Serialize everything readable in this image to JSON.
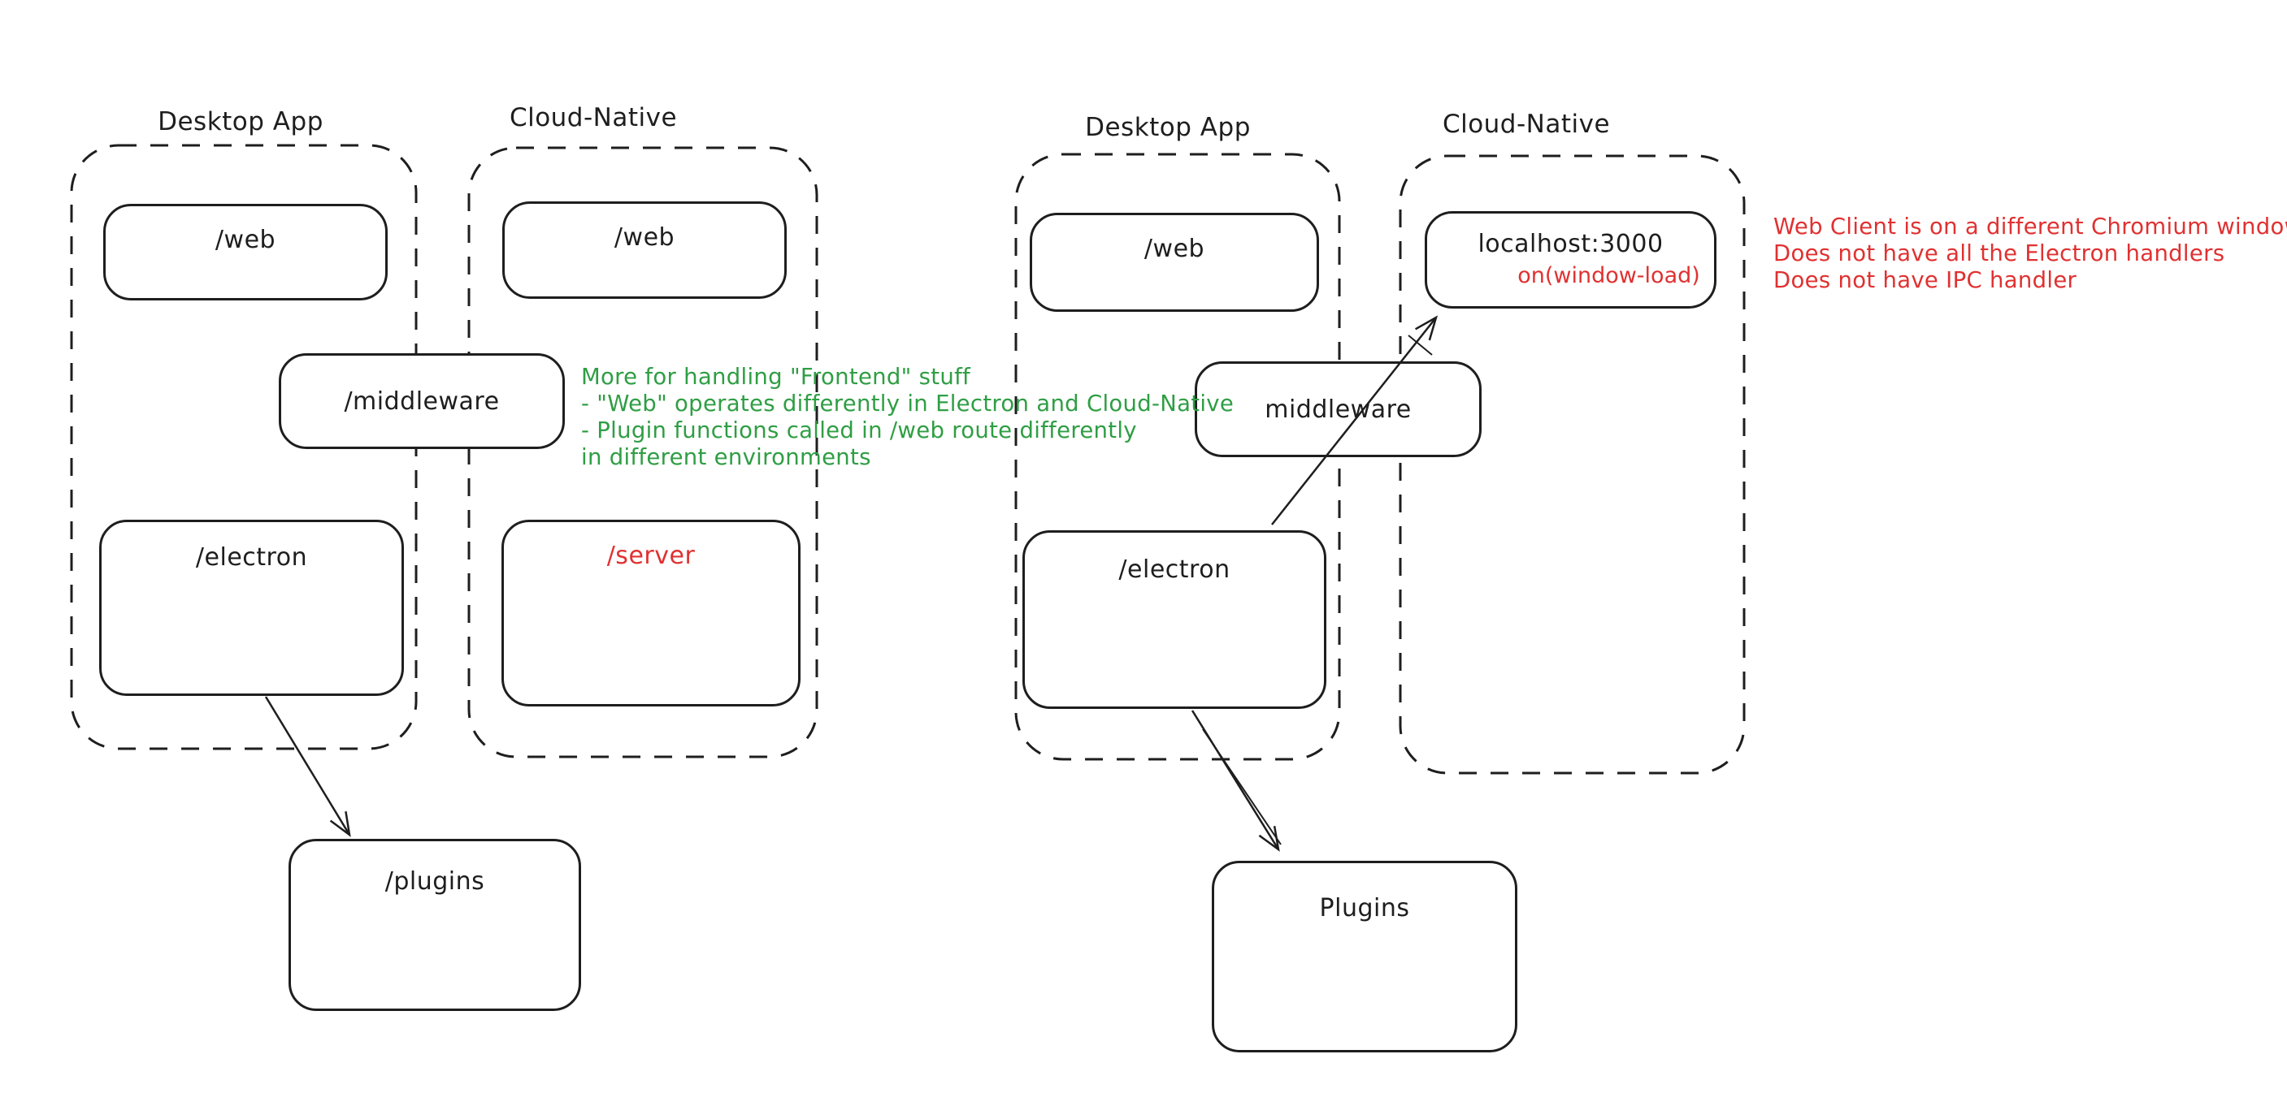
{
  "palette": {
    "ink": "#1e1e1e",
    "red": "#e03131",
    "green": "#2f9e44",
    "background": "#ffffff"
  },
  "left_diagram": {
    "desktop_label": "Desktop App",
    "cloud_label": "Cloud-Native",
    "boxes": {
      "web_desktop": "/web",
      "web_cloud": "/web",
      "middleware": "/middleware",
      "electron": "/electron",
      "server": "/server",
      "plugins": "/plugins"
    }
  },
  "right_diagram": {
    "desktop_label": "Desktop App",
    "cloud_label": "Cloud-Native",
    "boxes": {
      "web": "/web",
      "localhost": "localhost:3000",
      "localhost_sub": "on(window-load)",
      "middleware": "middleware",
      "electron": "/electron",
      "plugins": "Plugins"
    }
  },
  "notes": {
    "green": {
      "lines": [
        "More for handling \"Frontend\" stuff",
        "- \"Web\" operates differently in Electron and Cloud-Native",
        "- Plugin functions called in /web route differently",
        "in different environments"
      ]
    },
    "red": {
      "lines": [
        "Web Client is on a different Chromium window",
        "Does not have all the Electron handlers",
        "Does not have IPC handler"
      ]
    }
  }
}
